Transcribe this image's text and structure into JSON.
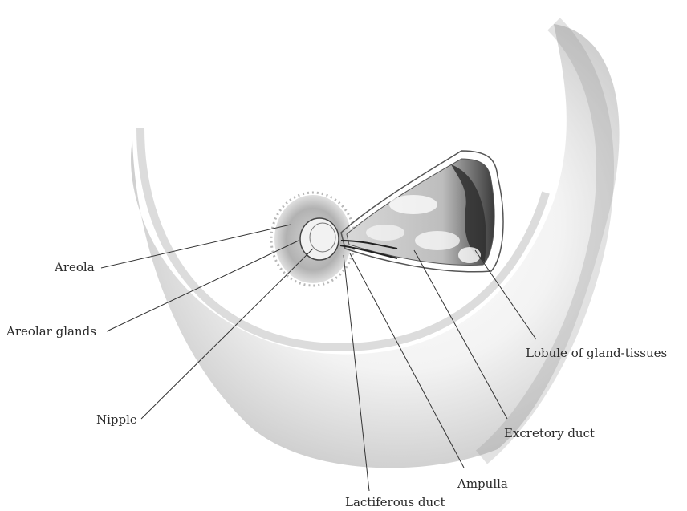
{
  "labels": {
    "areola": "Areola",
    "areolar_glands": "Areolar glands",
    "nipple": "Nipple",
    "lactiferous_duct": "Lactiferous duct",
    "ampulla": "Ampulla",
    "excretory_duct": "Excretory duct",
    "lobule": "Lobule of gland-tissues"
  },
  "colors": {
    "background": "#ffffff",
    "skin_shadow": "#8a8a8a",
    "gland_tissue": "#3a3a3a",
    "label_text": "#2a2a2a"
  }
}
